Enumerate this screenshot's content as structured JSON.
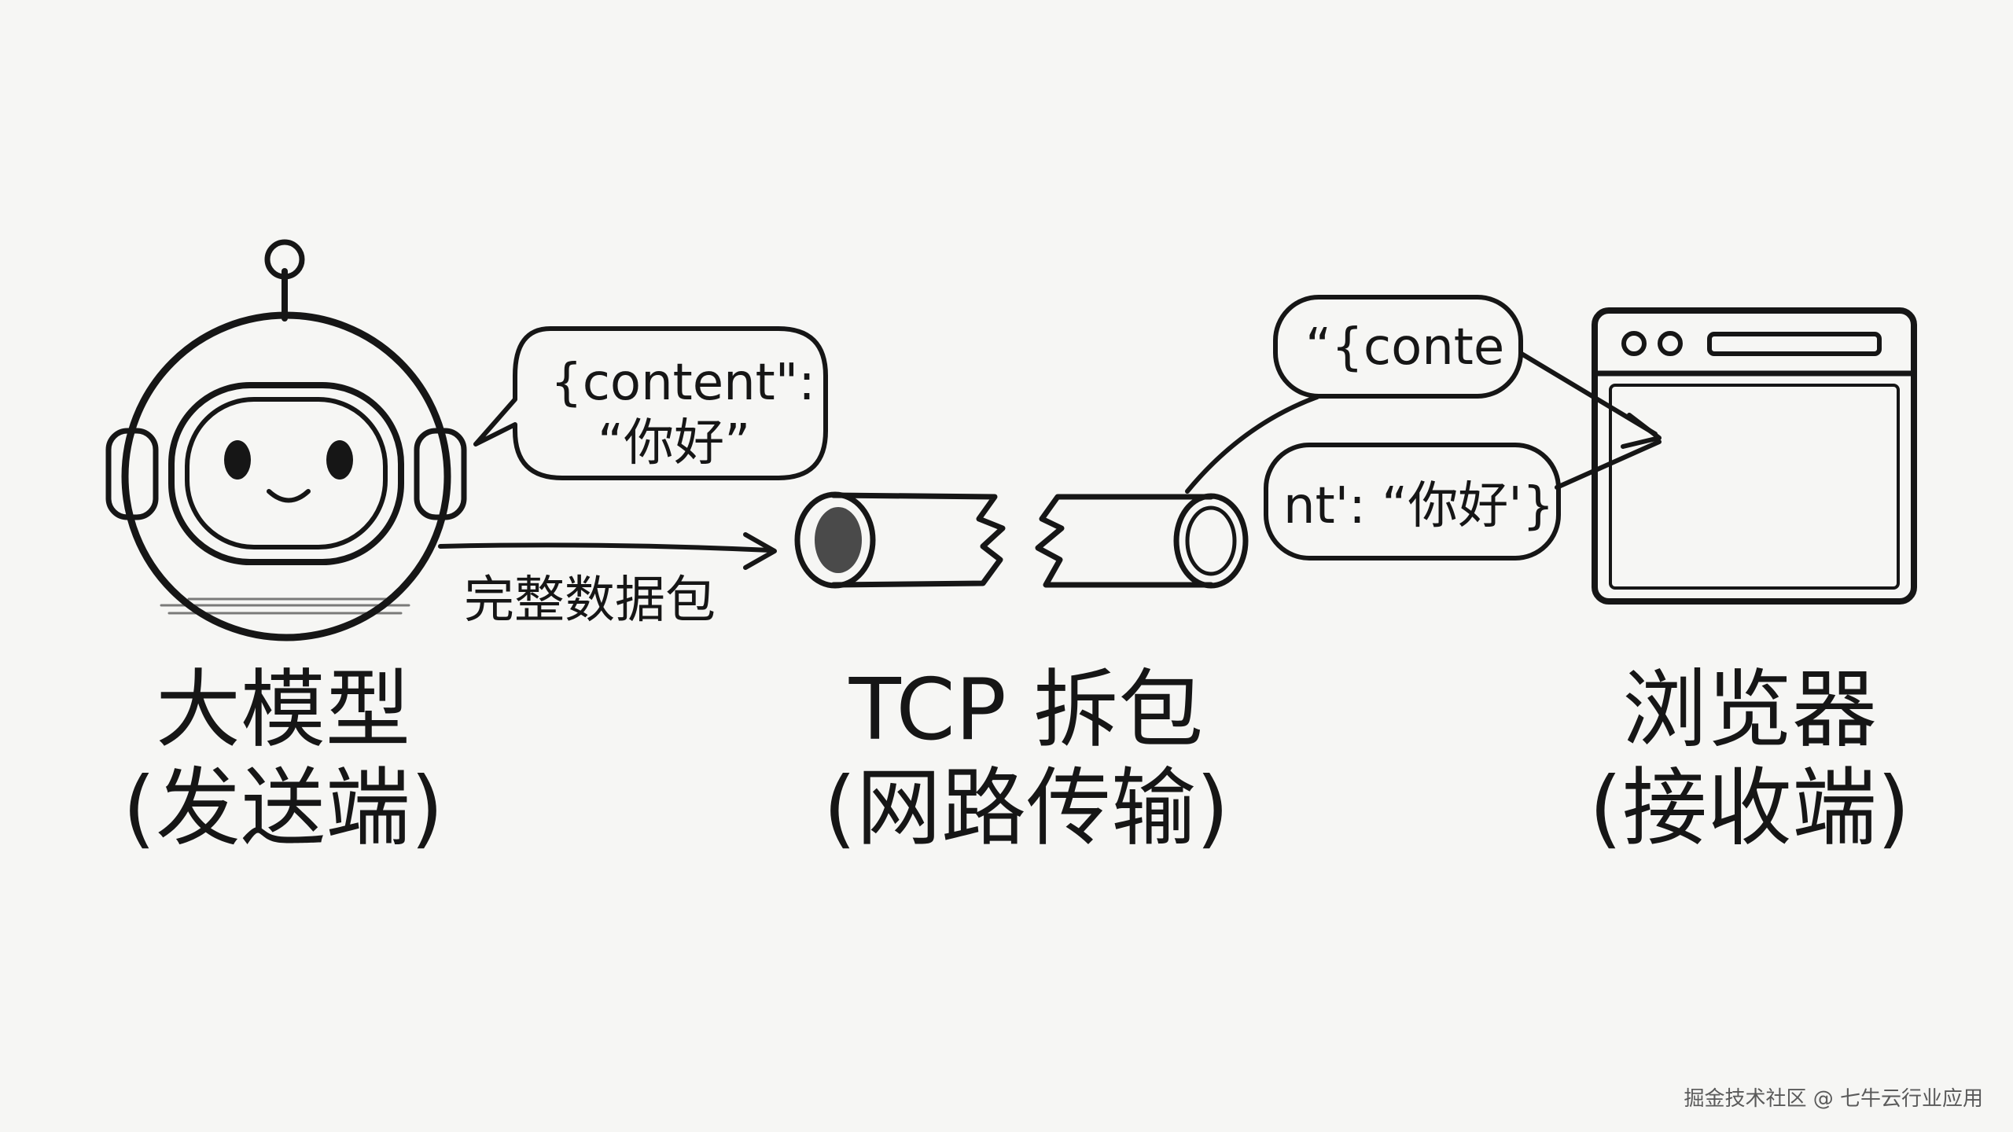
{
  "sender": {
    "title": "大模型",
    "subtitle": "(发送端)",
    "bubble_line1": "{content\":",
    "bubble_line2": "“你好”"
  },
  "edge_label": "完整数据包",
  "network": {
    "title": "TCP 拆包",
    "subtitle": "(网路传输)"
  },
  "fragments": {
    "first": "“{conte",
    "second": "nt': “你好'}"
  },
  "receiver": {
    "title": "浏览器",
    "subtitle": "(接收端)"
  },
  "watermark": "掘金技术社区 @ 七牛云行业应用"
}
